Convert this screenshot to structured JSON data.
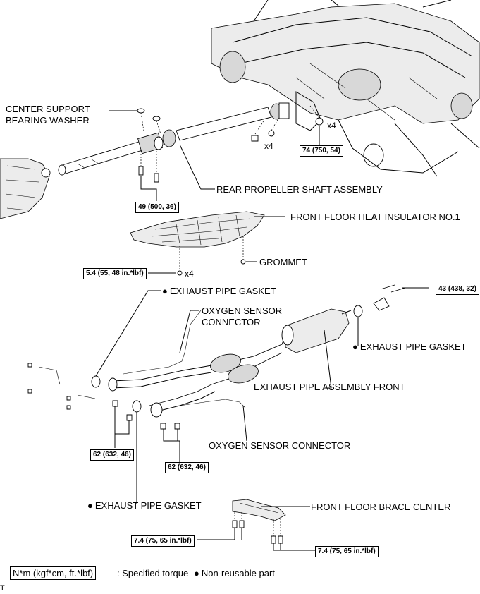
{
  "labels": {
    "center_support": "CENTER SUPPORT",
    "bearing_washer": "BEARING WASHER",
    "rear_propeller_shaft": "REAR PROPELLER SHAFT ASSEMBLY",
    "front_floor_heat_insulator": "FRONT FLOOR HEAT INSULATOR NO.1",
    "grommet": "GROMMET",
    "exhaust_pipe_gasket_top": "EXHAUST PIPE GASKET",
    "oxygen_sensor_connector_top_1": "OXYGEN SENSOR",
    "oxygen_sensor_connector_top_2": "CONNECTOR",
    "exhaust_pipe_gasket_right": "EXHAUST PIPE GASKET",
    "exhaust_pipe_assembly_front": "EXHAUST PIPE ASSEMBLY FRONT",
    "oxygen_sensor_connector_bottom": "OXYGEN SENSOR CONNECTOR",
    "exhaust_pipe_gasket_bottom": "EXHAUST PIPE GASKET",
    "front_floor_brace_center": "FRONT FLOOR BRACE CENTER"
  },
  "quantities": {
    "bearing_x4": "x4",
    "diff_x4": "x4",
    "insulator_x4": "x4"
  },
  "torques": {
    "t_74": "74 (750, 54)",
    "t_49": "49 (500, 36)",
    "t_5_4": "5.4 (55, 48 in.*lbf)",
    "t_43": "43 (438, 32)",
    "t_62_left": "62 (632, 46)",
    "t_62_mid": "62 (632, 46)",
    "t_7_4_left": "7.4 (75, 65 in.*lbf)",
    "t_7_4_right": "7.4 (75, 65 in.*lbf)"
  },
  "legend": {
    "torque_format": "N*m (kgf*cm, ft.*lbf)",
    "torque_desc": ": Specified torque",
    "nonreusable": "Non-reusable part"
  },
  "corner_mark": "T"
}
